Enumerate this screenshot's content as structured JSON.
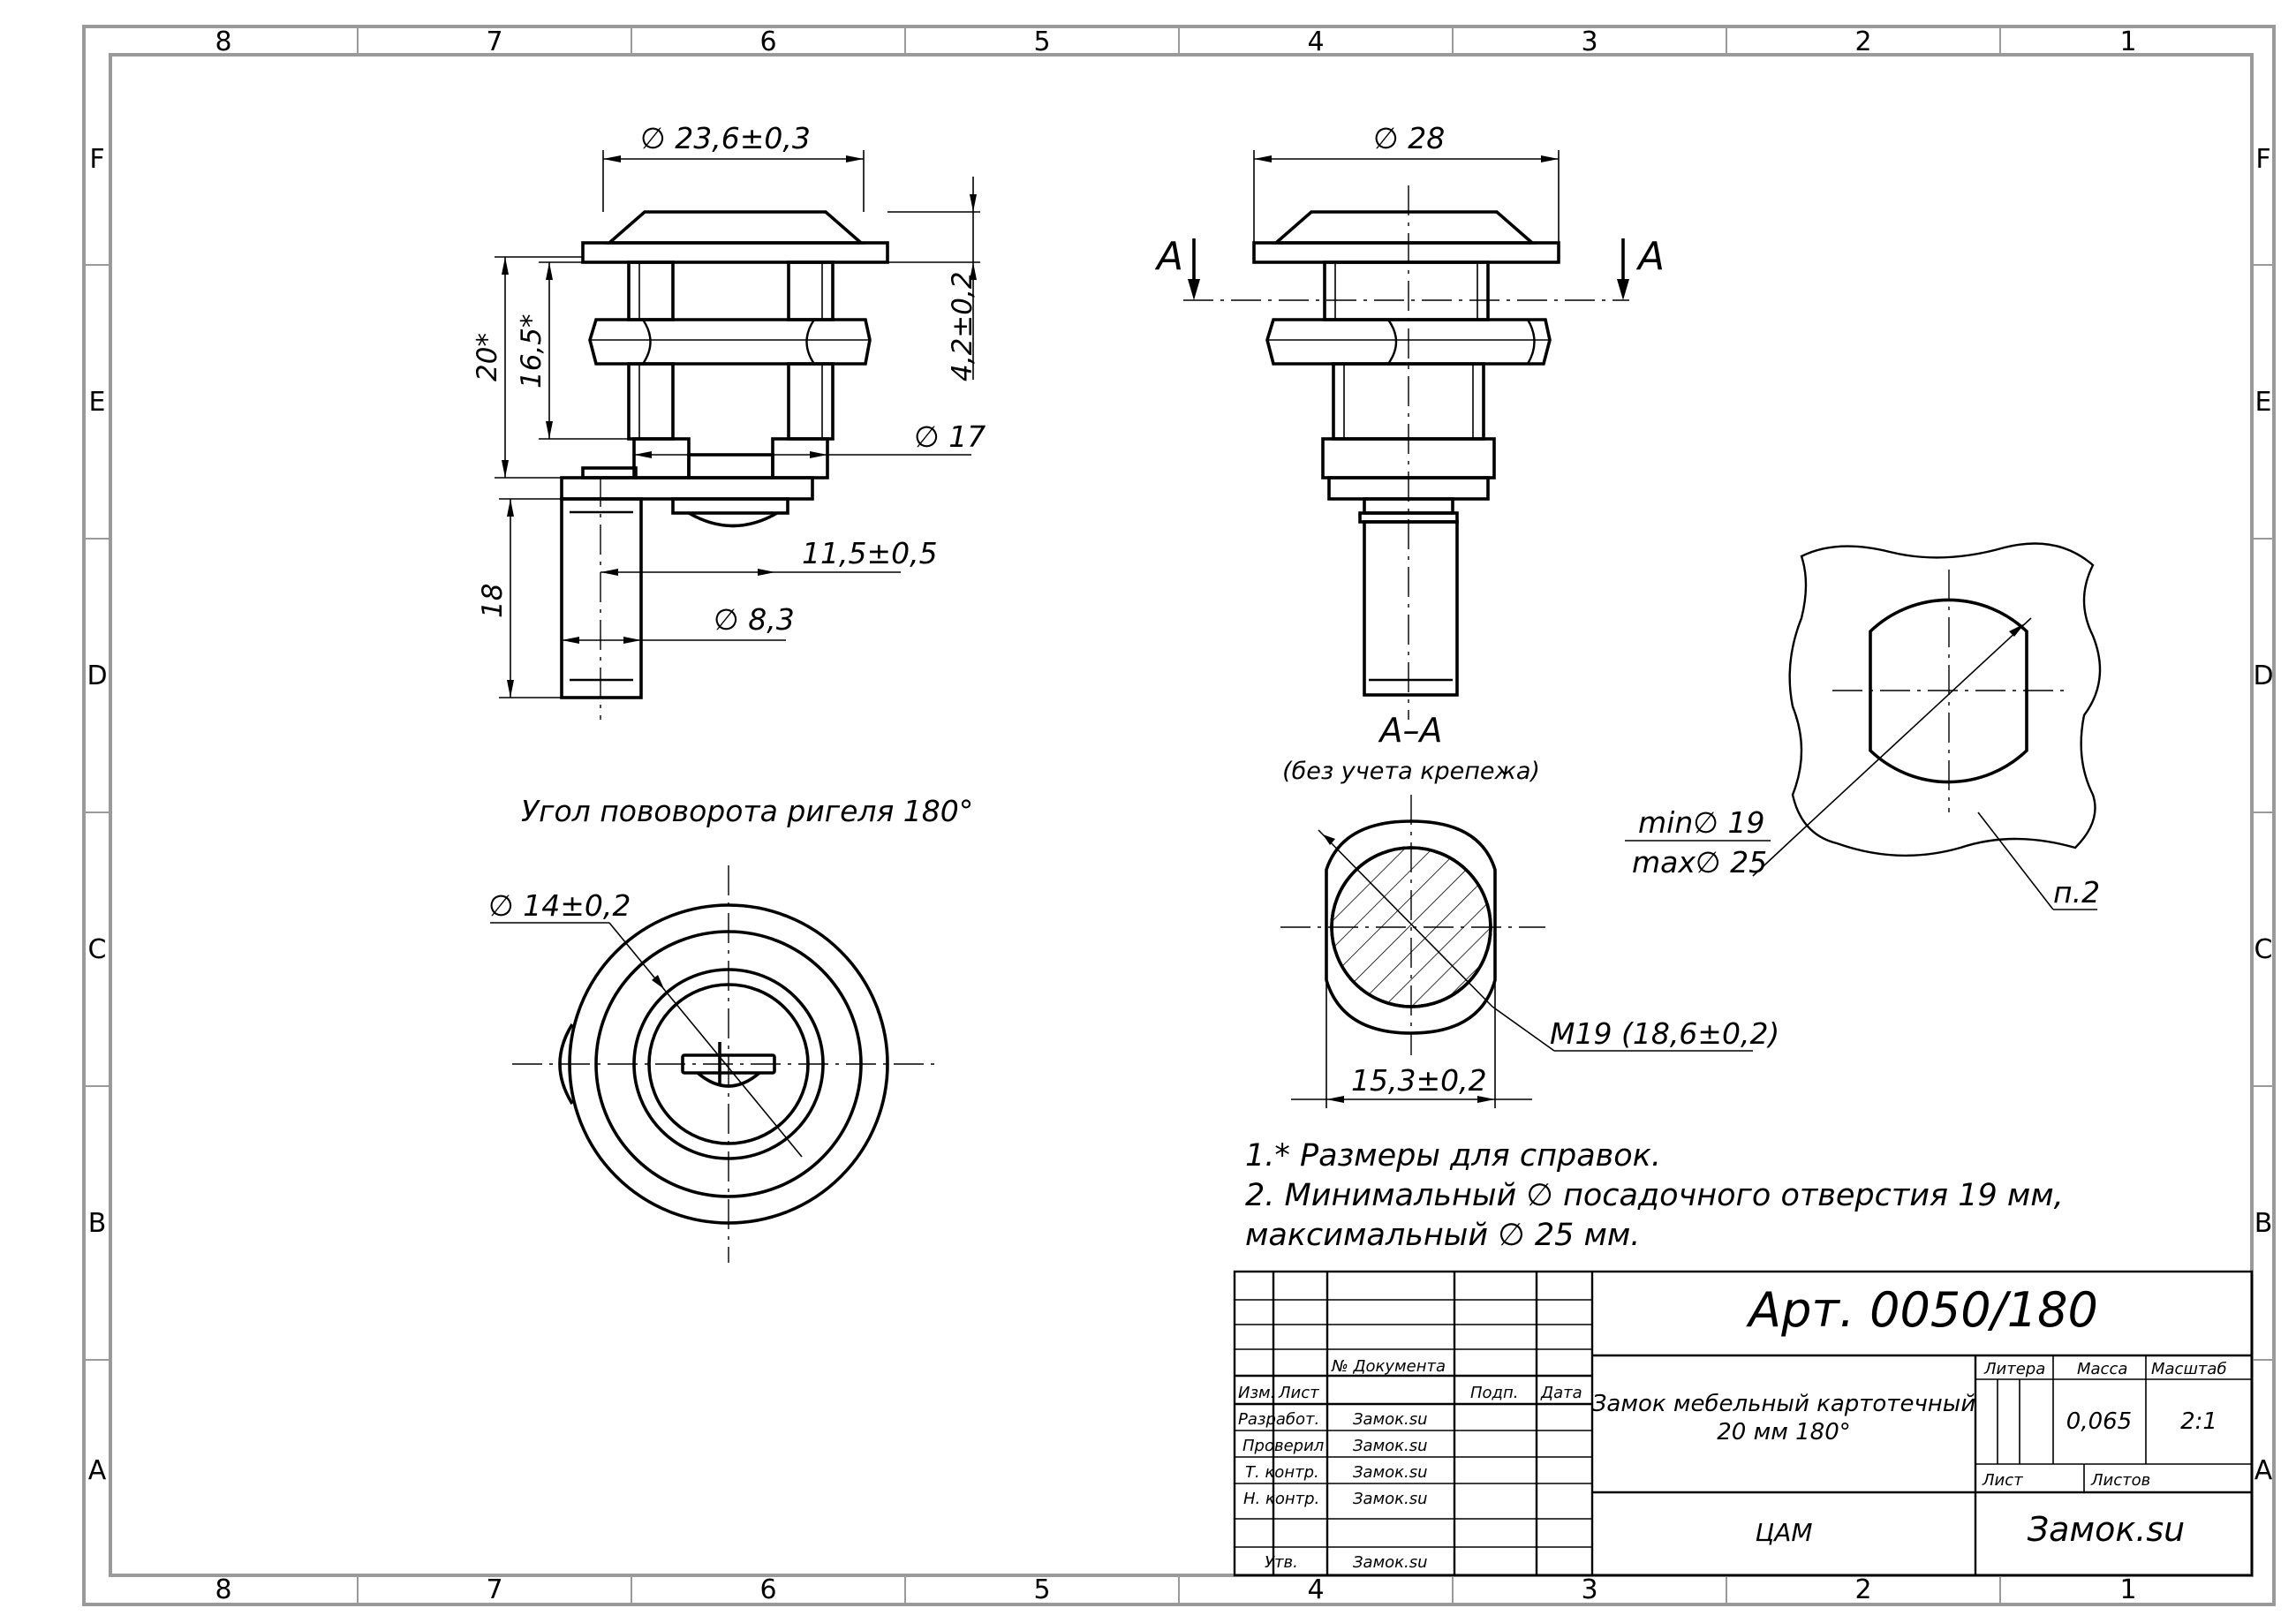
{
  "zones": {
    "top": [
      "8",
      "7",
      "6",
      "5",
      "4",
      "3",
      "2",
      "1"
    ],
    "bottom": [
      "8",
      "7",
      "6",
      "5",
      "4",
      "3",
      "2",
      "1"
    ],
    "left": [
      "F",
      "E",
      "D",
      "C",
      "B",
      "A"
    ],
    "right": [
      "F",
      "E",
      "D",
      "C",
      "B",
      "A"
    ]
  },
  "dimensions": {
    "d_head": "∅ 23,6±0,3",
    "d_head2": "∅ 28",
    "h_flange": "4,2±0,2",
    "h_body": "20*",
    "h_thread": "16,5*",
    "d_17": "∅ 17",
    "len_115": "11,5±0,5",
    "d_83": "∅ 8,3",
    "len_18": "18",
    "d_14": "∅ 14±0,2",
    "min_19": "min∅ 19",
    "max_25": "max∅ 25",
    "m19": "M19  (18,6±0,2)",
    "w_153": "15,3±0,2"
  },
  "labels": {
    "section_mark_left": "A",
    "section_mark_right": "A",
    "section_title": "A–A",
    "section_subtitle": "(без учета крепежа)",
    "rotation_angle": "Угол пововорота ригеля  180°",
    "ref_p2": "п.2"
  },
  "notes": [
    "1.* Размеры для справок.",
    "2. Минимальный ∅ посадочного отверстия 19 мм,",
    "максимальный ∅  25 мм."
  ],
  "title_block": {
    "article": "Арт. 0050/180",
    "name_line1": "Замок мебельный картотечный",
    "name_line2": "20 мм 180°",
    "org": "ЦАМ",
    "company": "Замок.su",
    "col_doc": "№ Документа",
    "col_izm": "Изм.",
    "col_list": "Лист",
    "col_podp": "Подп.",
    "col_date": "Дата",
    "row_razrab": "Разработ.",
    "row_prov": "Проверил",
    "row_tkontr": "Т. контр.",
    "row_nkontr": "Н. контр.",
    "row_utv": "Утв.",
    "signer": "Замок.su",
    "litera": "Литера",
    "massa": "Масса",
    "masshtab": "Масштаб",
    "mass_value": "0,065",
    "scale_value": "2:1",
    "sheet": "Лист",
    "sheets": "Листов"
  }
}
